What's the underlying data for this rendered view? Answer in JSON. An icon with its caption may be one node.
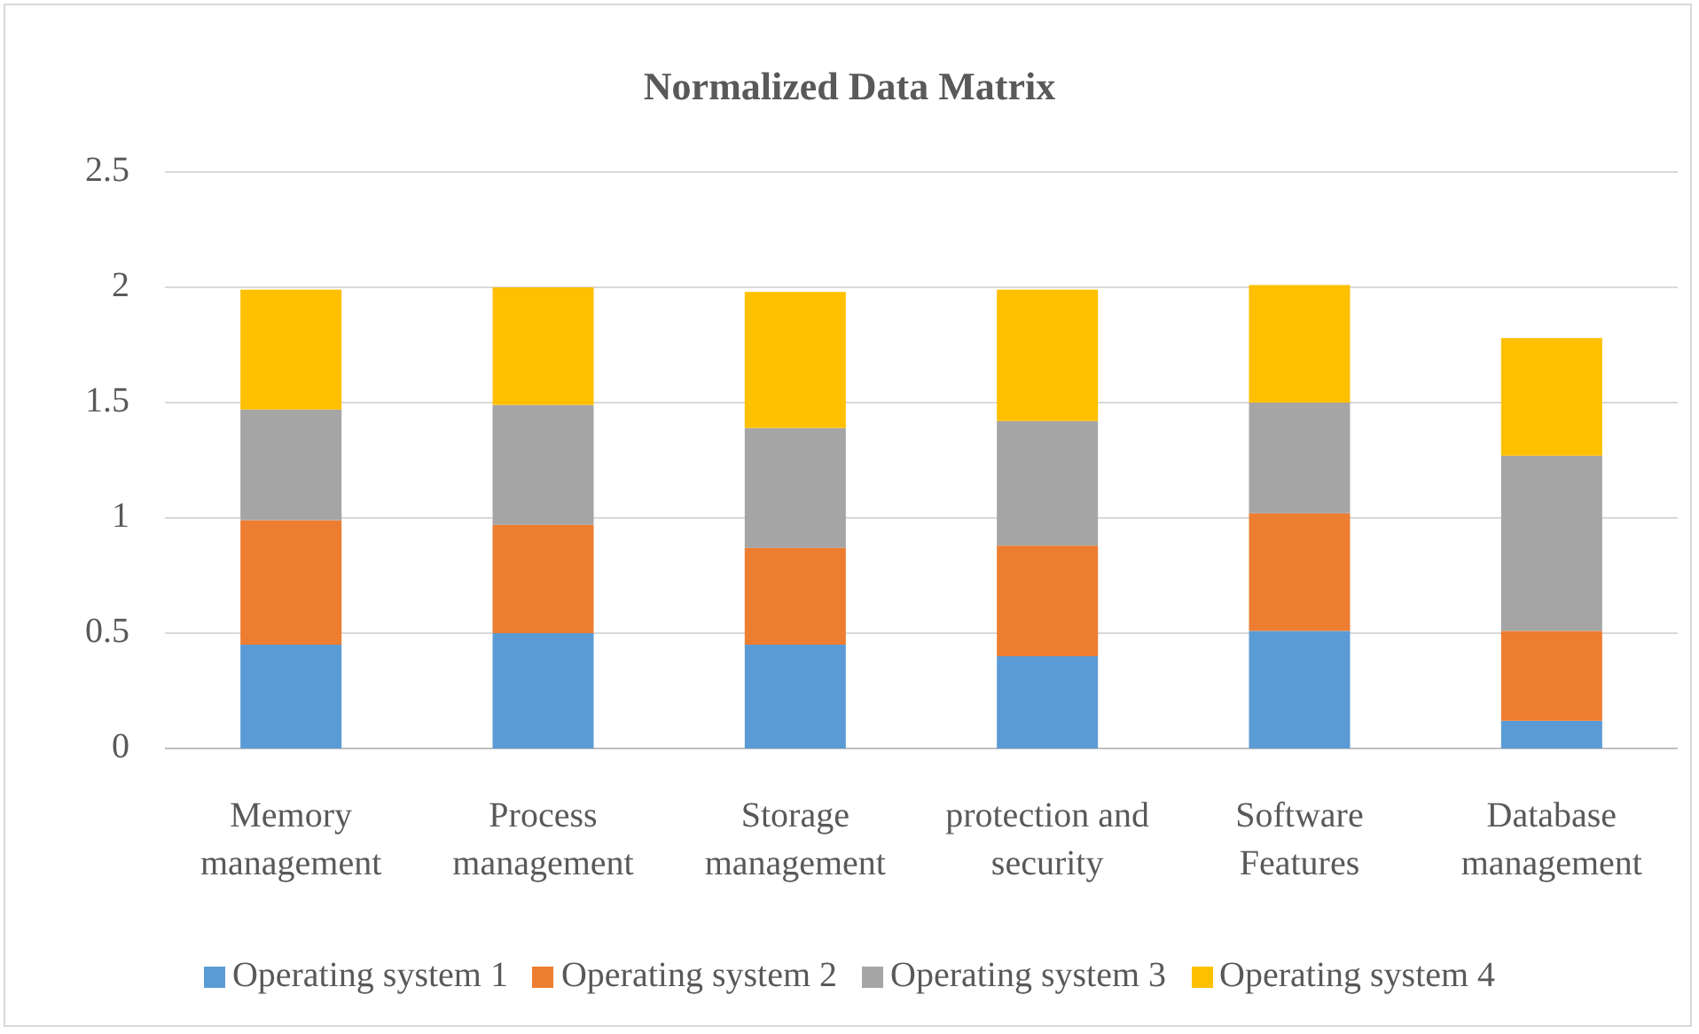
{
  "diagram": {
    "chart_data": {
      "type": "bar",
      "title": "Normalized Data Matrix",
      "stacked": true,
      "orientation": "vertical",
      "categories": [
        "Memory management",
        "Process management",
        "Storage management",
        "protection and security",
        "Software Features",
        "Database management"
      ],
      "ylim": [
        0,
        2.5
      ],
      "grid": true,
      "legend": "bottom",
      "yticks": [
        0,
        0.5,
        1,
        1.5,
        2,
        2.5
      ],
      "series": [
        {
          "name": "Operating system 1",
          "color": "#5b9bd5",
          "values": [
            0.45,
            0.5,
            0.45,
            0.4,
            0.51,
            0.12
          ]
        },
        {
          "name": "Operating system 2",
          "color": "#ed7d31",
          "values": [
            0.54,
            0.47,
            0.42,
            0.48,
            0.51,
            0.39
          ]
        },
        {
          "name": "Operating system 3",
          "color": "#a5a5a5",
          "values": [
            0.48,
            0.52,
            0.52,
            0.54,
            0.48,
            0.76
          ]
        },
        {
          "name": "Operating system 4",
          "color": "#ffc000",
          "values": [
            0.52,
            0.51,
            0.59,
            0.57,
            0.51,
            0.51
          ]
        }
      ]
    }
  }
}
